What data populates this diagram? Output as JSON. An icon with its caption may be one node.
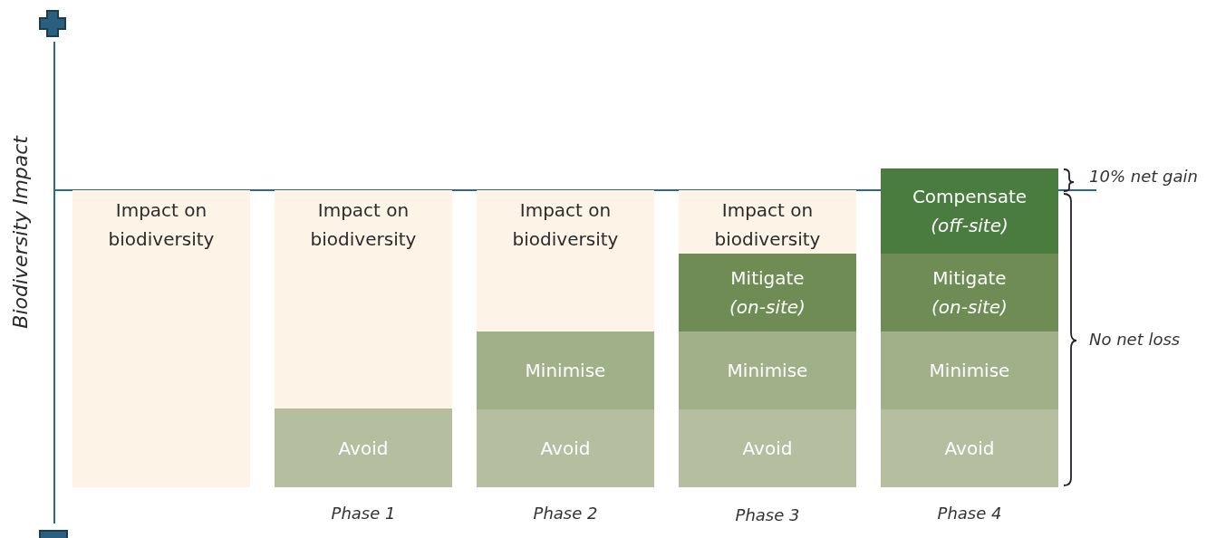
{
  "diagram": {
    "nodes": [
      {
        "text": [
          "Impact on biodiversity"
        ]
      },
      {
        "text": [
          "Impact on biodiversity"
        ]
      },
      {
        "text": [
          "Avoid"
        ]
      },
      {
        "text": [
          "Impact on biodiversity"
        ]
      },
      {
        "text": [
          "Minimise"
        ]
      },
      {
        "text": [
          "Avoid"
        ]
      },
      {
        "text": [
          "Impact on biodiversity"
        ]
      },
      {
        "text": [
          "Mitigate",
          "(on-site)"
        ]
      },
      {
        "text": [
          "Minimise"
        ]
      },
      {
        "text": [
          "Avoid"
        ]
      },
      {
        "text": [
          "Compensate",
          "(off-site)"
        ]
      },
      {
        "text": [
          "Mitigate",
          "(on-site)"
        ]
      },
      {
        "text": [
          "Minimise"
        ]
      },
      {
        "text": [
          "Avoid"
        ]
      }
    ],
    "labels": [
      "Biodiversity Impact",
      "10% net gain",
      "No net loss",
      "Phase 1",
      "Phase 2",
      "Phase 3",
      "Phase 4"
    ]
  }
}
